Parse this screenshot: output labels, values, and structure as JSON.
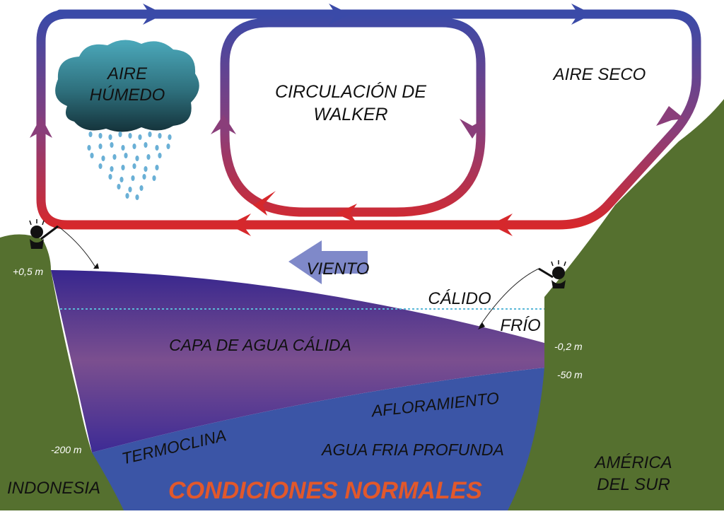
{
  "diagram": {
    "title": "CONDICIONES NORMALES",
    "atmosphere": {
      "cloud_label_line1": "AIRE",
      "cloud_label_line2": "HÚMEDO",
      "circulation_line1": "CIRCULACIÓN DE",
      "circulation_line2": "WALKER",
      "dry_air": "AIRE SECO",
      "wind": "VIENTO"
    },
    "ocean": {
      "warm": "CÁLIDO",
      "cold": "FRÍO",
      "warm_layer": "CAPA DE AGUA CÁLIDA",
      "upwelling": "AFLORAMIENTO",
      "thermocline": "TERMOCLINA",
      "deep_cold_water": "AGUA FRIA PROFUNDA"
    },
    "levels": {
      "west_surface": "+0,5 m",
      "east_surface": "-0,2 m",
      "east_depth": "-50 m",
      "west_depth": "-200 m"
    },
    "regions": {
      "west": "INDONESIA",
      "east_line1": "AMÉRICA",
      "east_line2": "DEL SUR"
    },
    "colors": {
      "land": "#55702f",
      "loop_top": "#3a4aa8",
      "loop_bottom": "#d6282c",
      "warm_water_top": "#3a2a92",
      "warm_water_bottom": "#7a4f8e",
      "deep_water": "#3b55a6",
      "title": "#e2582b",
      "wind_arrow": "#7f89c9",
      "rain": "#6ab0d6"
    }
  }
}
